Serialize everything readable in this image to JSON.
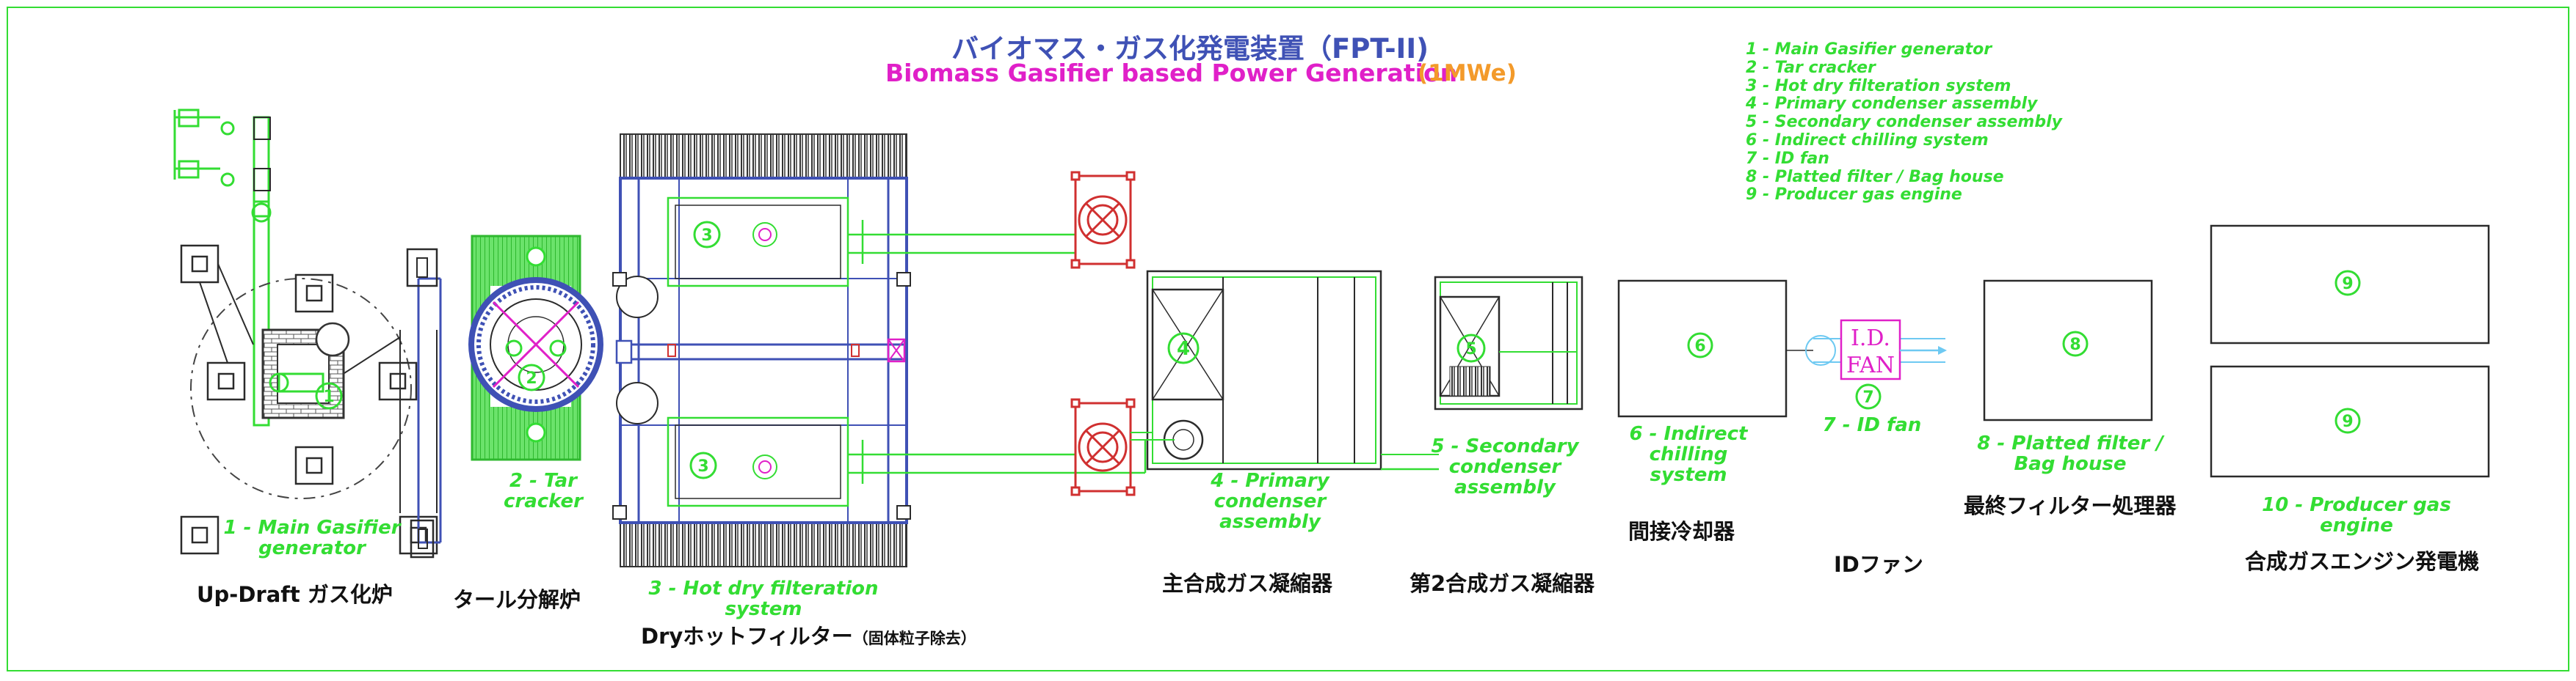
{
  "title": {
    "japanese": "バイオマス・ガス化発電装置（FPT-II)",
    "english": "Biomass Gasifier based Power Generation",
    "capacity": "(1MWe)"
  },
  "legend": [
    "1 - Main Gasifier generator",
    "2 - Tar cracker",
    "3 - Hot dry filteration system",
    "4 - Primary condenser assembly",
    "5 - Secondary condenser assembly",
    "6 - Indirect chilling system",
    "7 - ID fan",
    "8 - Platted filter / Bag house",
    "9 - Producer gas engine"
  ],
  "numbers": {
    "n1": "1",
    "n2": "2",
    "n3a": "3",
    "n3b": "3",
    "n4": "4",
    "n5": "5",
    "n6": "6",
    "n7": "7",
    "n8": "8",
    "n9a": "9",
    "n9b": "9"
  },
  "fan_label": {
    "line1": "I.D.",
    "line2": "FAN"
  },
  "captions_en": {
    "c1": {
      "l1": "1 - Main Gasifier",
      "l2": "generator"
    },
    "c2": {
      "l1": "2 - Tar",
      "l2": "cracker"
    },
    "c3": "3 - Hot dry filteration system",
    "c4": {
      "l1": "4 - Primary",
      "l2": "condenser",
      "l3": "assembly"
    },
    "c5": {
      "l1": "5 - Secondary",
      "l2": "condenser",
      "l3": "assembly"
    },
    "c6": {
      "l1": "6 - Indirect",
      "l2": "chilling",
      "l3": "system"
    },
    "c7": "7 - ID fan",
    "c8": {
      "l1": "8 - Platted filter /",
      "l2": "Bag house"
    },
    "c10": "10 - Producer gas engine"
  },
  "captions_jp": {
    "gasifier": "Up-Draft ガス化炉",
    "tar": "タール分解炉",
    "filter_main": "Dryホットフィルター",
    "filter_sub": "（固体粒子除去）",
    "primary": "主合成ガス凝縮器",
    "secondary": "第2合成ガス凝縮器",
    "chiller": "間接冷却器",
    "idfan": "IDファン",
    "bag": "最終フィルター処理器",
    "engine": "合成ガスエンジン発電機"
  },
  "colors": {
    "green": "#33dd33",
    "blue": "#3f51b5",
    "magenta": "#e020c8",
    "orange": "#f39a2a",
    "red": "#d03030",
    "equipment": "#2b2b2b"
  }
}
